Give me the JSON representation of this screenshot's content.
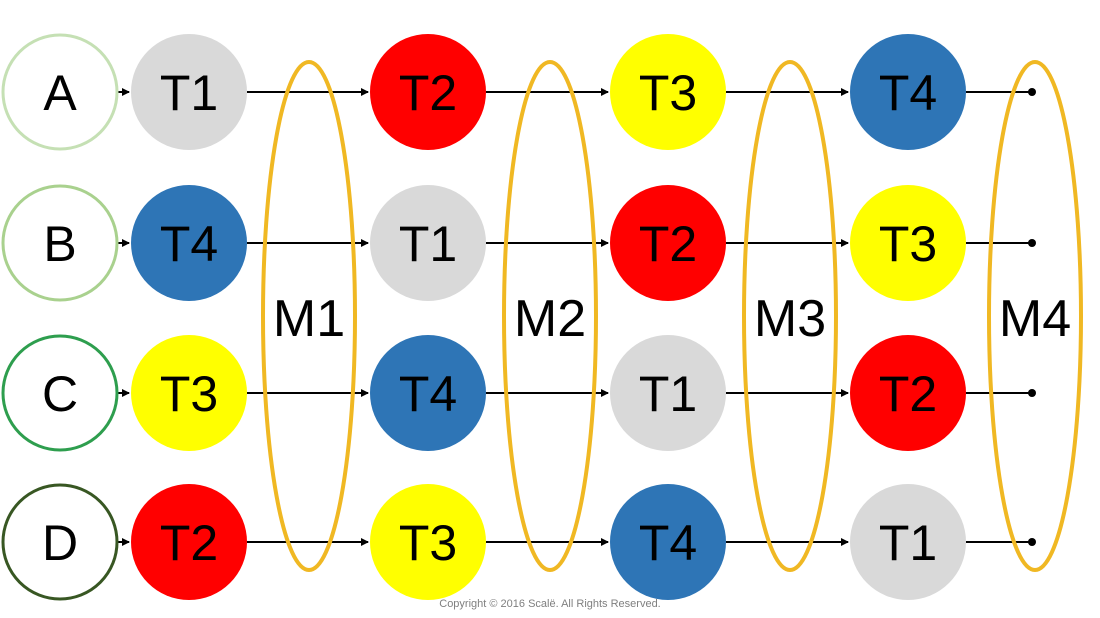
{
  "colors": {
    "T1": "#d9d9d9",
    "T2": "#ff0000",
    "T3": "#ffff00",
    "T4": "#2e75b6",
    "ellipse_stroke": "#f0b823",
    "connector": "#000000"
  },
  "rows": [
    {
      "label": "A",
      "ring_color": "#c5e0b4",
      "tasks": [
        "T1",
        "T2",
        "T3",
        "T4"
      ]
    },
    {
      "label": "B",
      "ring_color": "#a9d18e",
      "tasks": [
        "T4",
        "T1",
        "T2",
        "T3"
      ]
    },
    {
      "label": "C",
      "ring_color": "#2e9e4e",
      "tasks": [
        "T3",
        "T4",
        "T1",
        "T2"
      ]
    },
    {
      "label": "D",
      "ring_color": "#385723",
      "tasks": [
        "T2",
        "T3",
        "T4",
        "T1"
      ]
    }
  ],
  "machines": [
    "M1",
    "M2",
    "M3",
    "M4"
  ],
  "copyright": "Copyright © 2016 Scalë. All Rights Reserved."
}
